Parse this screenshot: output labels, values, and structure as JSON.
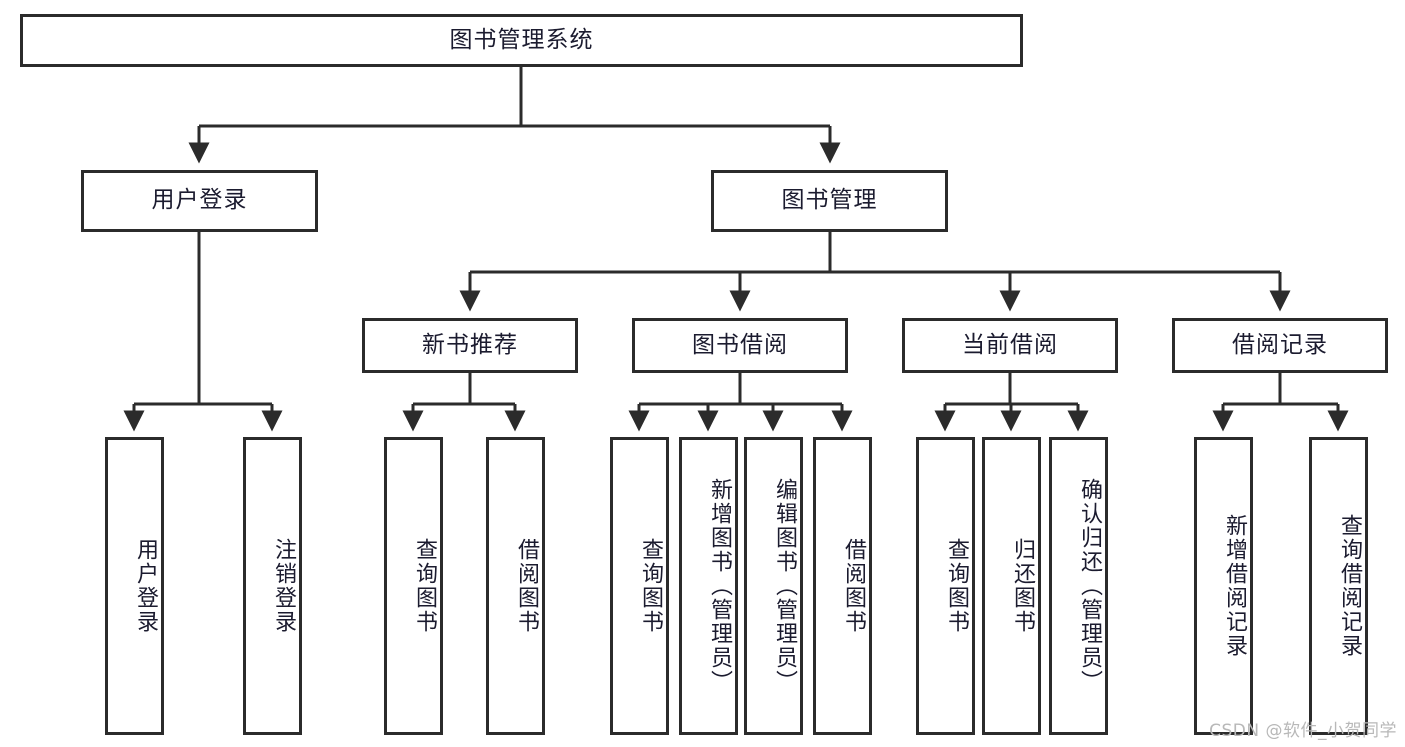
{
  "diagram": {
    "title": "图书管理系统",
    "type": "hierarchy-tree",
    "root": {
      "label": "图书管理系统"
    },
    "level2": [
      {
        "label": "用户登录"
      },
      {
        "label": "图书管理"
      }
    ],
    "level3": [
      {
        "label": "新书推荐"
      },
      {
        "label": "图书借阅"
      },
      {
        "label": "当前借阅"
      },
      {
        "label": "借阅记录"
      }
    ],
    "leaves": {
      "user_login": [
        {
          "label": "用户登录"
        },
        {
          "label": "注销登录"
        }
      ],
      "new_book_recommend": [
        {
          "label": "查询图书"
        },
        {
          "label": "借阅图书"
        }
      ],
      "book_borrow": [
        {
          "label": "查询图书"
        },
        {
          "label": "新增图书（管理员）"
        },
        {
          "label": "编辑图书（管理员）"
        },
        {
          "label": "借阅图书"
        }
      ],
      "current_borrow": [
        {
          "label": "查询图书"
        },
        {
          "label": "归还图书"
        },
        {
          "label": "确认归还（管理员）"
        }
      ],
      "borrow_record": [
        {
          "label": "新增借阅记录"
        },
        {
          "label": "查询借阅记录"
        }
      ]
    }
  },
  "watermark": {
    "text": "CSDN @软件_小贺同学"
  },
  "colors": {
    "border": "#2b2b2b",
    "text": "#1b1b2f",
    "background": "#ffffff",
    "watermark": "#b8b8b8"
  }
}
